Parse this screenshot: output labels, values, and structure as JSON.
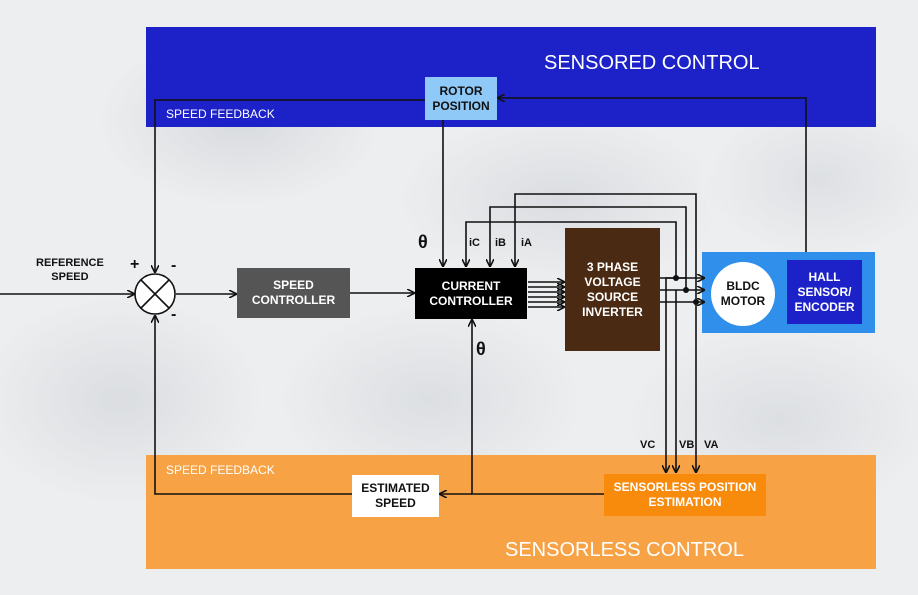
{
  "sensored": {
    "title": "SENSORED CONTROL",
    "feedback": "SPEED FEEDBACK",
    "color": "#1c22c8"
  },
  "sensorless": {
    "title": "SENSORLESS CONTROL",
    "feedback": "SPEED FEEDBACK",
    "color": "#f7a245"
  },
  "blocks": {
    "rotor_position": "ROTOR\nPOSITION",
    "speed_controller": "SPEED\nCONTROLLER",
    "current_controller": "CURRENT\nCONTROLLER",
    "inverter": "3 PHASE\nVOLTAGE\nSOURCE\nINVERTER",
    "bldc_motor": "BLDC\nMOTOR",
    "hall_sensor": "HALL\nSENSOR/\nENCODER",
    "estimated_speed": "ESTIMATED\nSPEED",
    "sensorless_estimation": "SENSORLESS POSITION\nESTIMATION"
  },
  "labels": {
    "reference_speed": "REFERENCE\nSPEED",
    "plus": "+",
    "minus_top": "-",
    "minus_bottom": "-",
    "theta_top": "θ",
    "theta_bottom": "θ",
    "ic": "iC",
    "ib": "iB",
    "ia": "iA",
    "vc": "VC",
    "vb": "VB",
    "va": "VA"
  },
  "colors": {
    "rotor_box": "#8fc9f7",
    "speed_box": "#555555",
    "current_box": "#000000",
    "inverter_box": "#4a2a12",
    "motor_panel": "#2f8fea",
    "hall_box": "#1c22c8",
    "sensorless_box": "#f88a0c",
    "wire": "#111111"
  }
}
